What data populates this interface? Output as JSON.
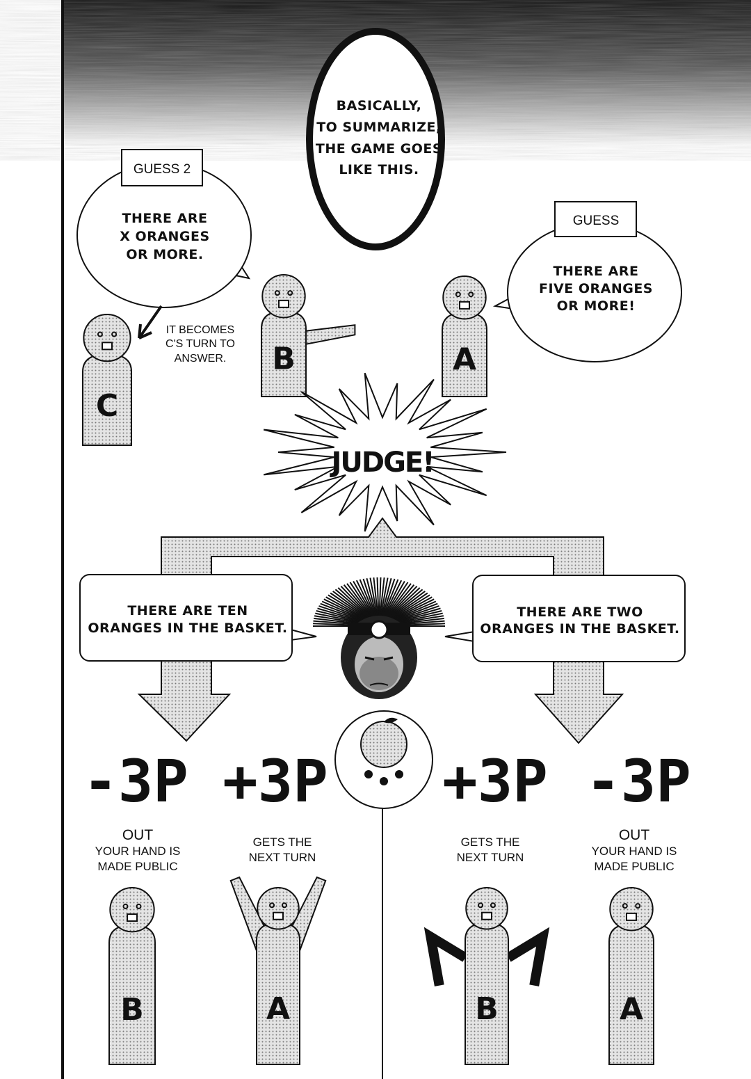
{
  "narration": {
    "lines": [
      "BASICALLY,",
      "TO SUMMARIZE,",
      "THE GAME GOES",
      "LIKE THIS."
    ]
  },
  "guess2": {
    "label": "GUESS 2",
    "lines": [
      "THERE ARE",
      "X ORANGES",
      "OR MORE."
    ]
  },
  "guess1": {
    "label": "GUESS",
    "lines": [
      "THERE ARE",
      "FIVE ORANGES",
      "OR MORE!"
    ]
  },
  "note": {
    "lines": [
      "IT BECOMES",
      "C'S TURN TO",
      "ANSWER."
    ]
  },
  "players": {
    "c": "C",
    "b": "B",
    "a": "A"
  },
  "judge": "JUDGE!",
  "outcomes": {
    "left": {
      "lines": [
        "THERE ARE TEN",
        "ORANGES IN THE BASKET."
      ]
    },
    "right": {
      "lines": [
        "THERE ARE TWO",
        "ORANGES IN THE BASKET."
      ]
    }
  },
  "results": [
    {
      "score": "-3P",
      "lines": [
        "OUT",
        "YOUR HAND IS",
        "MADE PUBLIC"
      ],
      "player": "B"
    },
    {
      "score": "+3P",
      "lines": [
        "GETS THE",
        "NEXT TURN"
      ],
      "player": "A"
    },
    {
      "score": "+3P",
      "lines": [
        "GETS THE",
        "NEXT TURN"
      ],
      "player": "B"
    },
    {
      "score": "-3P",
      "lines": [
        "OUT",
        "YOUR HAND IS",
        "MADE PUBLIC"
      ],
      "player": "A"
    }
  ]
}
